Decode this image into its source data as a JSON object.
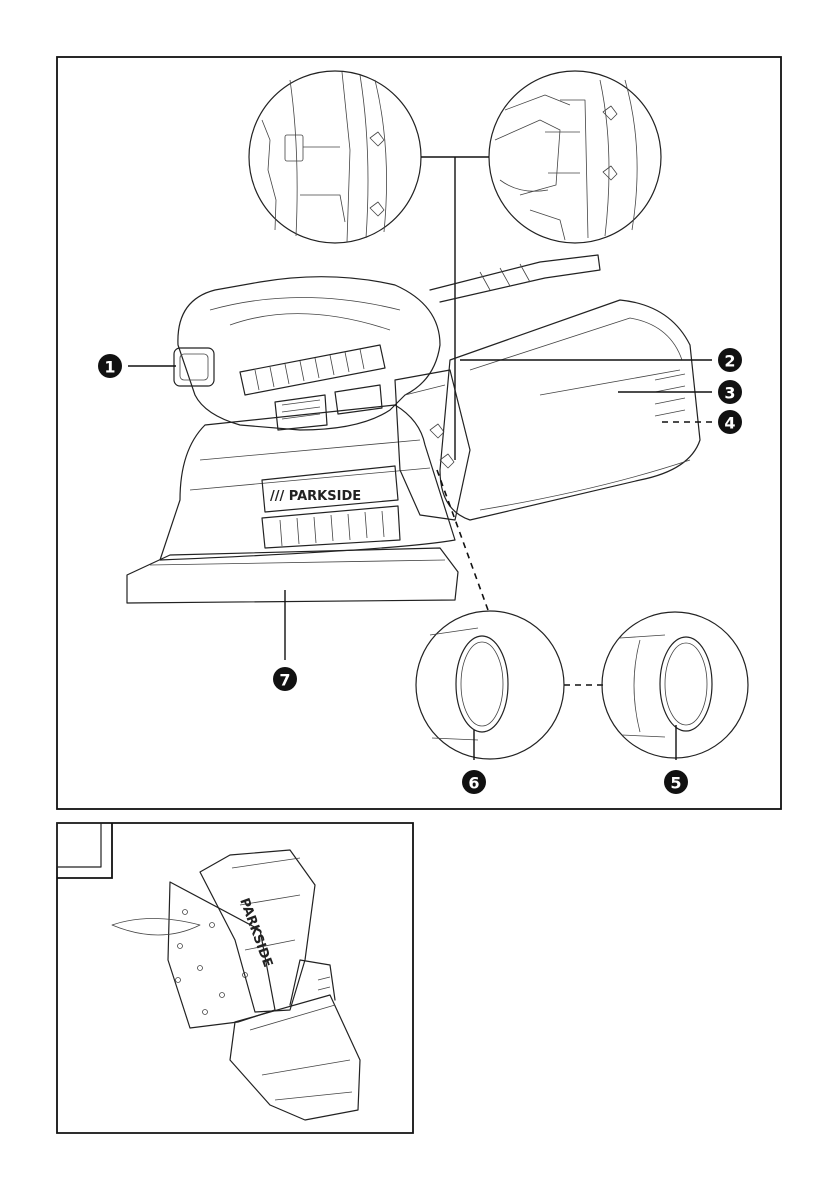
{
  "figure_main": {
    "callouts": [
      {
        "id": "callout-1",
        "number": "1"
      },
      {
        "id": "callout-2",
        "number": "2"
      },
      {
        "id": "callout-3",
        "number": "3"
      },
      {
        "id": "callout-4",
        "number": "4"
      },
      {
        "id": "callout-5",
        "number": "5"
      },
      {
        "id": "callout-6",
        "number": "6"
      },
      {
        "id": "callout-7",
        "number": "7"
      }
    ],
    "brand_label": "/// PARKSIDE"
  },
  "figure_secondary": {
    "letter": "",
    "brand_label": "PARKSIDE"
  }
}
